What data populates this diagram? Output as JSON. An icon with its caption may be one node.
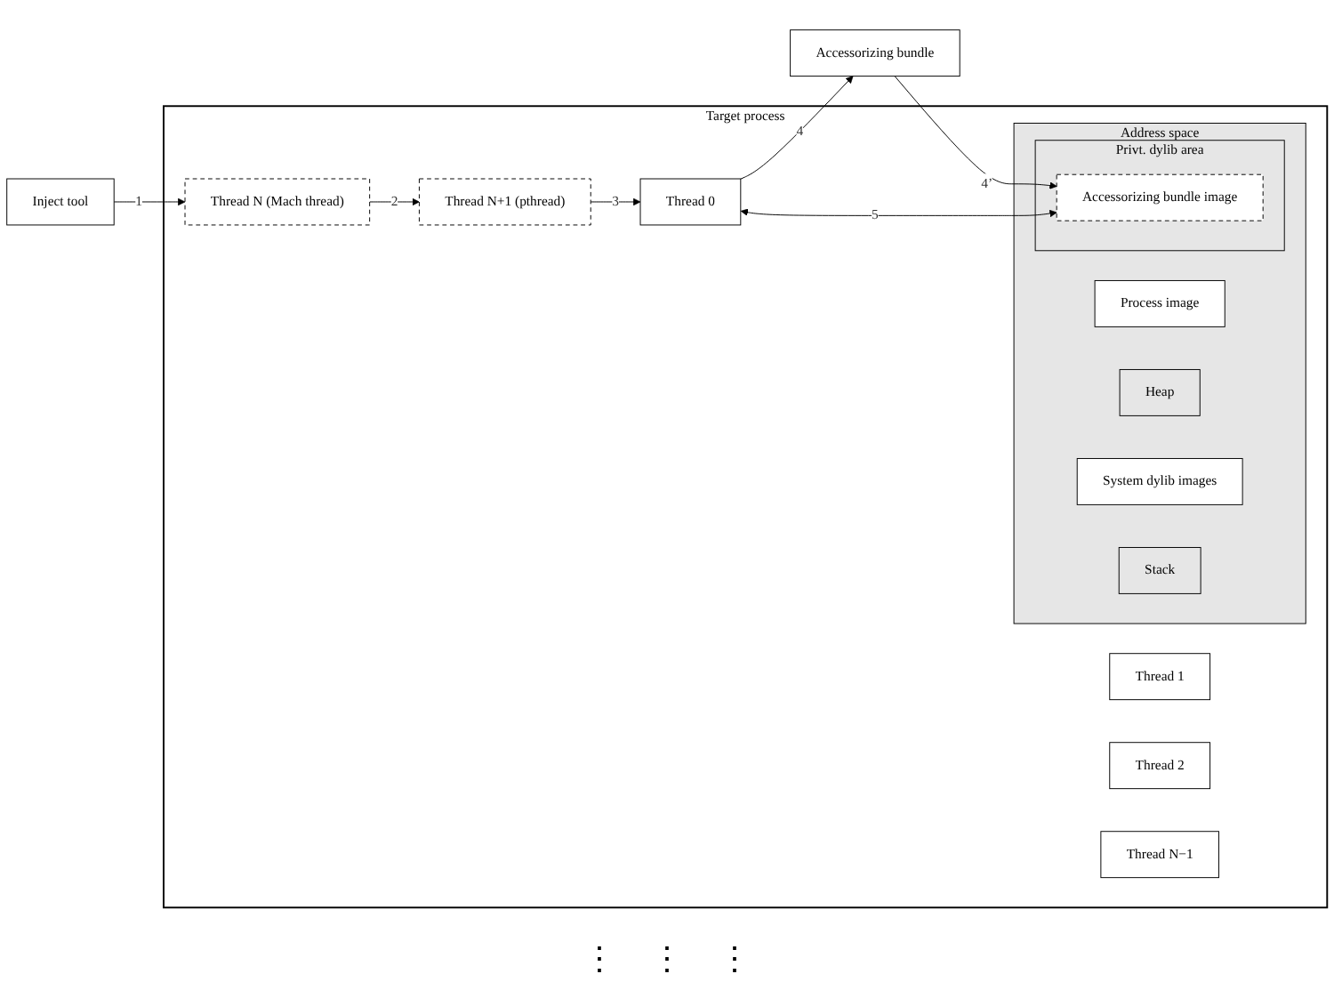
{
  "diagram": {
    "nodes": [
      {
        "text": [
          "Accessorizing bundle"
        ]
      },
      {
        "text": [
          "Target process"
        ]
      },
      {
        "text": [
          "Address space"
        ],
        "in": 1
      },
      {
        "text": [
          "Process image"
        ],
        "in": 2
      },
      {
        "text": [
          "Heap"
        ],
        "in": 2
      },
      {
        "text": [
          "System dylib images"
        ],
        "in": 2
      },
      {
        "text": [
          "Stack"
        ],
        "in": 2
      },
      {
        "text": [
          "Privt. dylib area"
        ],
        "in": 2
      },
      {
        "text": [
          "Accessorizing bundle image"
        ],
        "in": 7
      },
      {
        "text": [
          "Thread 0"
        ],
        "in": 1
      },
      {
        "text": [
          "Thread 1"
        ],
        "in": 1
      },
      {
        "text": [
          "Thread 2"
        ],
        "in": 1
      },
      {
        "text": [
          "Thread N−1"
        ],
        "in": 1
      },
      {
        "text": [
          "Thread N (Mach thread)"
        ],
        "in": 1
      },
      {
        "text": [
          "Thread N+1 (pthread)"
        ],
        "in": 1
      },
      {
        "text": [
          "Inject tool"
        ]
      }
    ],
    "edges": [
      {
        "from": 15,
        "to": 13,
        "arrow": "to",
        "label": "1"
      },
      {
        "from": 13,
        "to": 14,
        "arrow": "to",
        "label": "2"
      },
      {
        "from": 14,
        "to": 9,
        "arrow": "to",
        "label": "3"
      },
      {
        "from": 9,
        "to": 0,
        "arrow": "to",
        "label": "4"
      },
      {
        "from": 0,
        "to": 8,
        "arrow": "to",
        "label": "4’"
      },
      {
        "from": 9,
        "to": 8,
        "arrow": "both",
        "label": "5"
      }
    ],
    "labels": [
      "⋮",
      "⋮",
      "⋮"
    ]
  }
}
